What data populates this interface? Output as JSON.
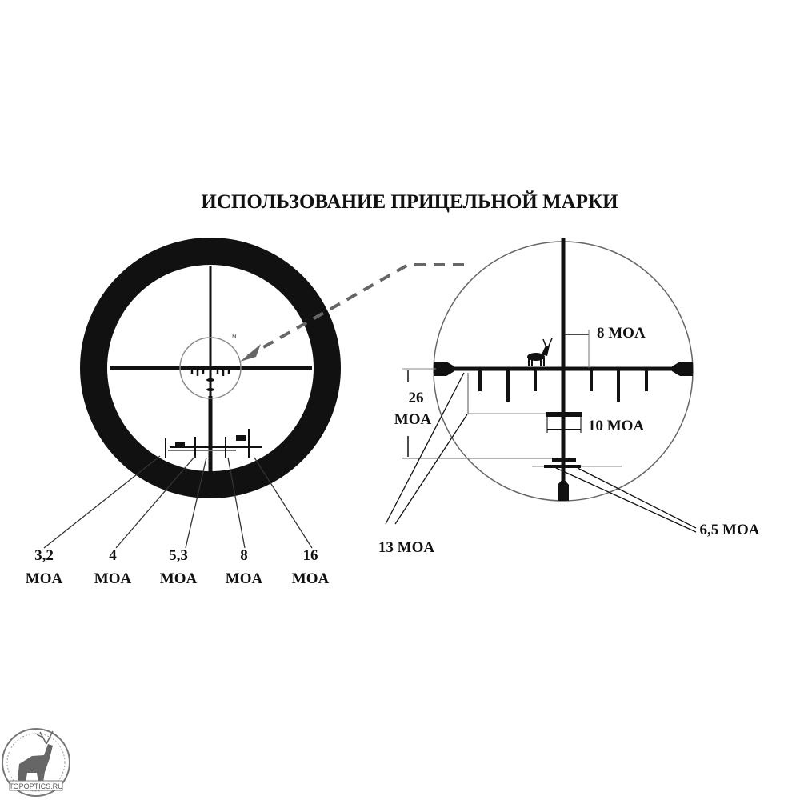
{
  "title": "ИСПОЛЬЗОВАНИЕ ПРИЦЕЛЬНОЙ МАРКИ",
  "left_reticle": {
    "small_label": "м",
    "labels": [
      {
        "value": "3,2",
        "unit": "MOA"
      },
      {
        "value": "4",
        "unit": "MOA"
      },
      {
        "value": "5,3",
        "unit": "MOA"
      },
      {
        "value": "8",
        "unit": "MOA"
      },
      {
        "value": "16",
        "unit": "MOA"
      }
    ]
  },
  "right_reticle": {
    "label_8": "8 MOA",
    "label_26_value": "26",
    "label_26_unit": "MOA",
    "label_10": "10 MOA",
    "label_13": "13 MOA",
    "label_6_5": "6,5 MOA"
  },
  "logo": {
    "text": "TOPOPTICS.RU"
  },
  "colors": {
    "ink": "#111111",
    "thin_line": "#888888"
  }
}
